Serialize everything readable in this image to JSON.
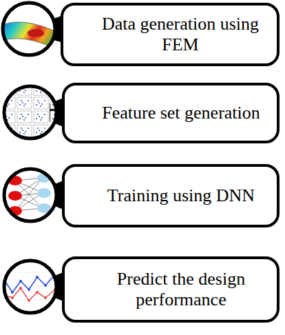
{
  "diagram": {
    "nodes": [
      {
        "text": [
          "Data generation using FEM"
        ]
      },
      {
        "text": [
          "Feature set generation"
        ]
      },
      {
        "text": [
          "Training using DNN"
        ]
      },
      {
        "text": [
          "Predict the design performance"
        ]
      }
    ]
  }
}
